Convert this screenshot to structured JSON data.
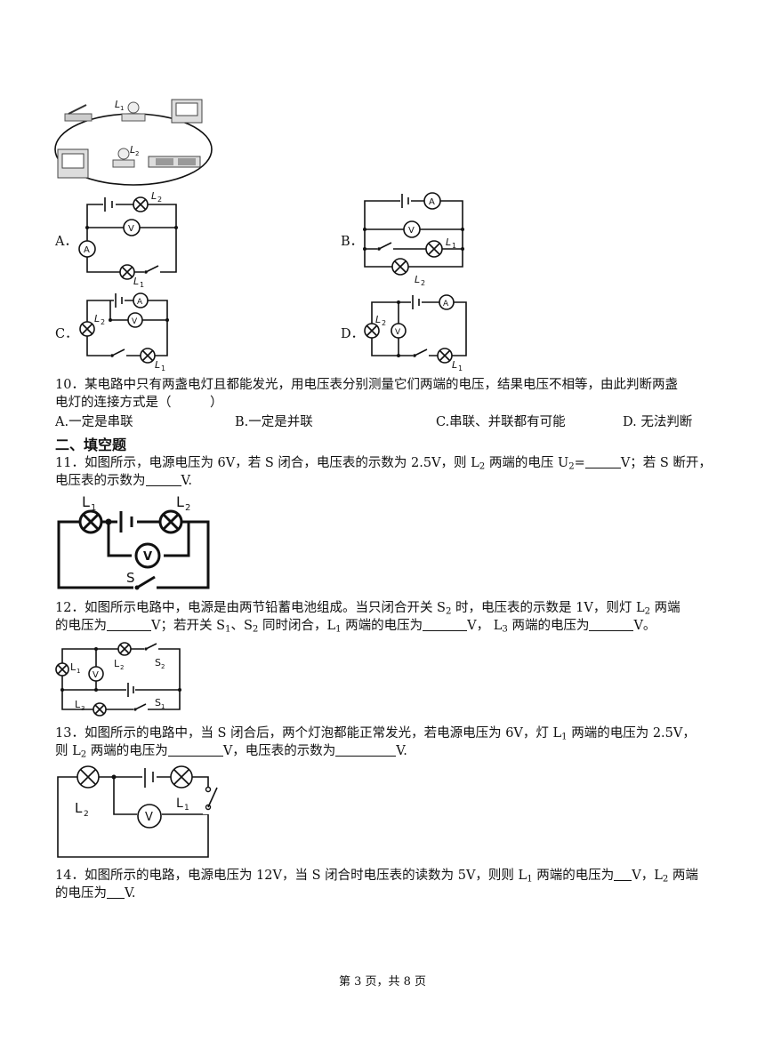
{
  "q9": {
    "options": {
      "A": "A．",
      "B": "B．",
      "C": "C．",
      "D": "D．"
    },
    "labels": {
      "L1": "L",
      "L2": "L",
      "sub1": "1",
      "sub2": "2",
      "A": "A",
      "V": "V"
    }
  },
  "q10": {
    "line1": "10．某电路中只有两盏电灯且都能发光，用电压表分别测量它们两端的电压，结果电压不相等，由此判断两盏",
    "line2": "电灯的连接方式是（　　　）",
    "options": [
      "A.一定是串联",
      "B.一定是并联",
      "C.串联、并联都有可能",
      "D. 无法判断"
    ]
  },
  "section2": {
    "title": "二、填空题"
  },
  "q11": {
    "line1_a": "11．如图所示，电源电压为 6V，若 S 闭合，电压表的示数为 2.5V，则 L",
    "line1_sub": "2",
    "line1_b": " 两端的电压 U",
    "line1_sub2": "2",
    "line1_c": "=",
    "line1_d": "V；若 S 断开，",
    "line2_a": "电压表的示数为",
    "line2_b": "V.",
    "labels": {
      "L": "L",
      "sub1": "1",
      "sub2": "2",
      "V": "V",
      "S": "S"
    }
  },
  "q12": {
    "line1_a": "12．如图所示电路中，电源是由两节铅蓄电池组成。当只闭合开关 S",
    "line1_sub": "2",
    "line1_b": " 时，电压表的示数是 1V，则灯 L",
    "line1_sub2": "2",
    "line1_c": " 两端",
    "line2_a": "的电压为",
    "line2_b": "V；若开关 S",
    "line2_sub1": "1",
    "line2_c": "、S",
    "line2_sub2": "2",
    "line2_d": " 同时闭合，L",
    "line2_sub3": "1",
    "line2_e": " 两端的电压为",
    "line2_f": "V，  L",
    "line2_sub4": "3",
    "line2_g": " 两端的电压为",
    "line2_h": "V。",
    "labels": {
      "L": "L",
      "S": "S",
      "sub1": "1",
      "sub2": "2",
      "sub3": "3",
      "V": "V"
    }
  },
  "q13": {
    "line1_a": "13．如图所示的电路中，当 S 闭合后，两个灯泡都能正常发光，若电源电压为 6V，灯 L",
    "line1_sub": "1",
    "line1_b": " 两端的电压为 2.5V，",
    "line2_a": "则 L",
    "line2_sub": "2",
    "line2_b": " 两端的电压为",
    "line2_c": "V，电压表的示数为",
    "line2_d": "V.",
    "labels": {
      "L": "L",
      "sub1": "1",
      "sub2": "2",
      "V": "V"
    }
  },
  "q14": {
    "line1_a": "14．如图所示的电路，电源电压为 12V，当 S 闭合时电压表的读数为 5V，则则 L",
    "line1_sub": "1",
    "line1_b": " 两端的电压为",
    "line1_c": "V，L",
    "line1_sub2": "2",
    "line1_d": " 两端",
    "line2_a": "的电压为",
    "line2_b": "V."
  },
  "footer": {
    "text": "第 3 页，共 8 页"
  }
}
